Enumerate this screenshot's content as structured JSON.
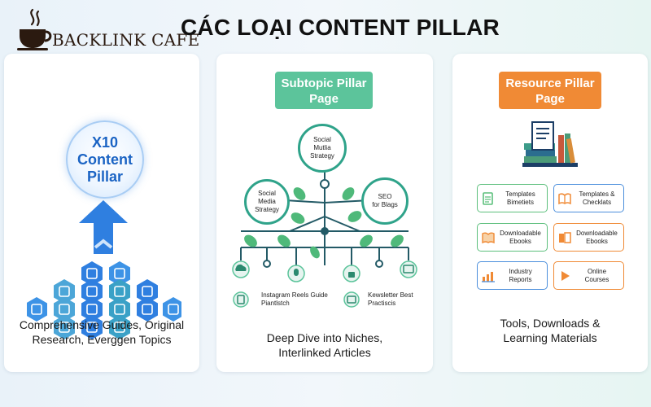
{
  "header": {
    "logo_text": "BACKLINK CAFE",
    "title": "CÁC LOẠI CONTENT PILLAR"
  },
  "colors": {
    "blue_accent": "#1b64c4",
    "hex_blue": "#3a7fd0",
    "green_accent": "#2fa38a",
    "subtopic_green": "#5cc49b",
    "resource_orange": "#f08a35",
    "logo_brown": "#2b1a10"
  },
  "pillars": [
    {
      "heading": "X10 Content Pillar",
      "caption_line1": "Comprehensive Guides, Original",
      "caption_line2": "Research, Everggen Topics",
      "icons": [
        "chat-icon",
        "microphone-icon",
        "image-icon",
        "person-icon",
        "refresh-icon",
        "dollar-icon",
        "photo-icon",
        "people-icon",
        "mail-icon",
        "chart-icon",
        "document-icon",
        "video-icon",
        "book-icon",
        "calendar-icon",
        "link-icon"
      ]
    },
    {
      "heading_line1": "Subtopic Pillar",
      "heading_line2": "Page",
      "nodes": [
        {
          "line1": "Social",
          "line2": "Mutlia",
          "line3": "Strategy"
        },
        {
          "line1": "Social",
          "line2": "Media",
          "line3": "Strategy"
        },
        {
          "line1": "SEO",
          "line2": "for Blags"
        }
      ],
      "sub_labels": [
        {
          "line1": "Instagram Reels Guide",
          "line2": "Piantlstch"
        },
        {
          "line1": "Kewsletter Best",
          "line2": "Practiscis"
        }
      ],
      "caption_line1": "Deep Dive into Niches,",
      "caption_line2": "Interlinked Articles"
    },
    {
      "heading_line1": "Resource Pillar",
      "heading_line2": "Page",
      "resources": [
        {
          "line1": "Templates",
          "line2": "Bimetiets",
          "icon": "checklist-icon"
        },
        {
          "line1": "Templates &",
          "line2": "Checklats",
          "icon": "open-book-icon"
        },
        {
          "line1": "Downloadable",
          "line2": "Ebooks",
          "icon": "book-icon"
        },
        {
          "line1": "Downloadable",
          "line2": "Ebooks",
          "icon": "ebook-icon"
        },
        {
          "line1": "Industry",
          "line2": "Reports",
          "icon": "bar-chart-icon"
        },
        {
          "line1": "Online",
          "line2": "Courses",
          "icon": "play-icon"
        }
      ],
      "caption_line1": "Tools, Downloads &",
      "caption_line2": "Learning Materials"
    }
  ]
}
